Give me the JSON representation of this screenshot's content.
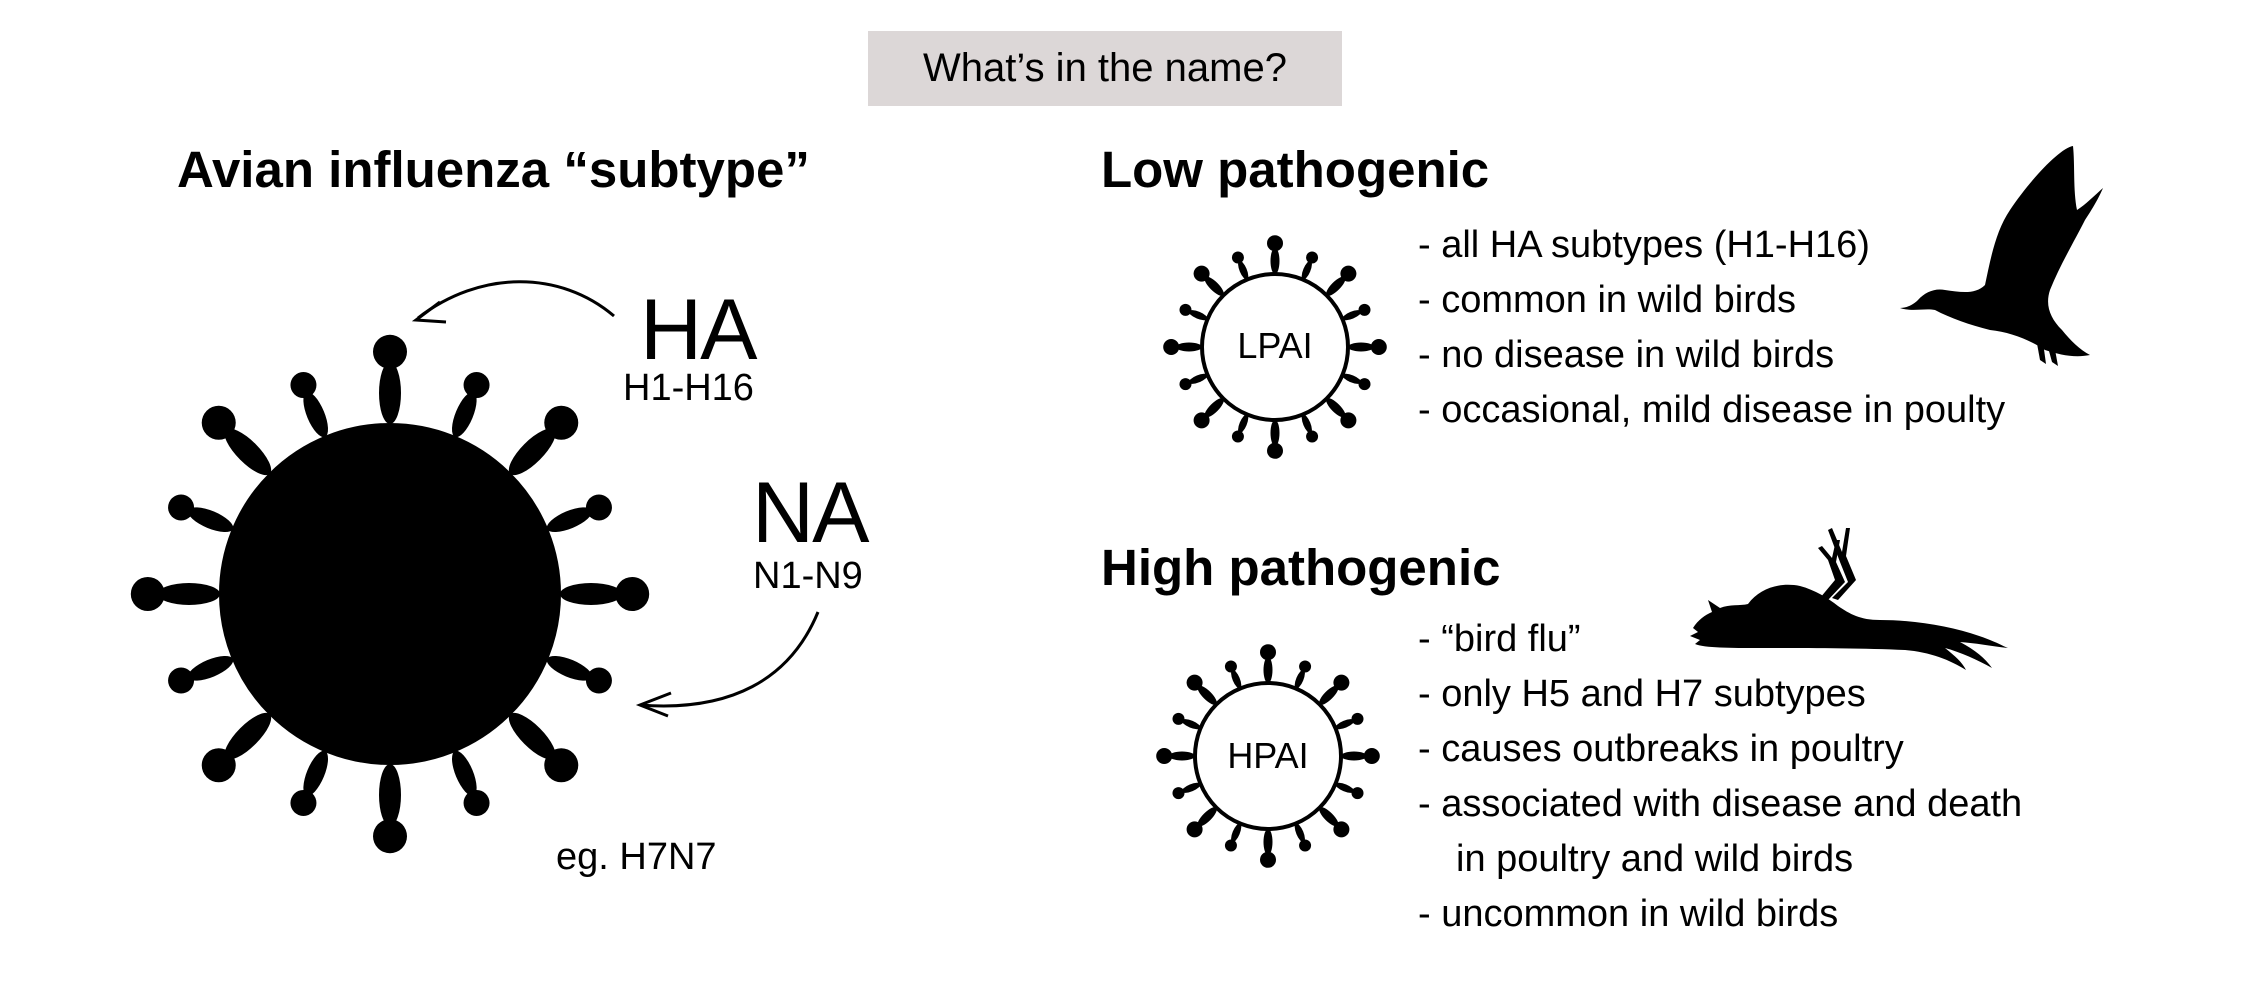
{
  "title": "What’s in the name?",
  "subtype_section": {
    "heading": "Avian influenza “subtype”",
    "ha": {
      "label": "HA",
      "range": "H1-H16"
    },
    "na": {
      "label": "NA",
      "range": "N1-N9"
    },
    "example": "eg. H7N7",
    "icons": [
      "virus-icon",
      "arrow-ha-icon",
      "arrow-na-icon"
    ]
  },
  "low_pathogenic": {
    "heading": "Low pathogenic",
    "virus_label": "LPAI",
    "bullets": [
      "- all HA subtypes (H1-H16)",
      "- common in wild birds",
      "- no disease in wild birds",
      "- occasional, mild disease in poulty"
    ],
    "icon": "flying-duck-icon"
  },
  "high_pathogenic": {
    "heading": "High pathogenic",
    "virus_label": "HPAI",
    "bullets": [
      "- “bird flu”",
      "- only H5 and H7 subtypes",
      "- causes outbreaks in poultry",
      "- associated with disease and death",
      "in poultry and wild birds",
      "- uncommon in wild birds"
    ],
    "icon": "dead-bird-icon"
  },
  "colors": {
    "title_bg": "#dcd7d7",
    "ink": "#000000"
  }
}
